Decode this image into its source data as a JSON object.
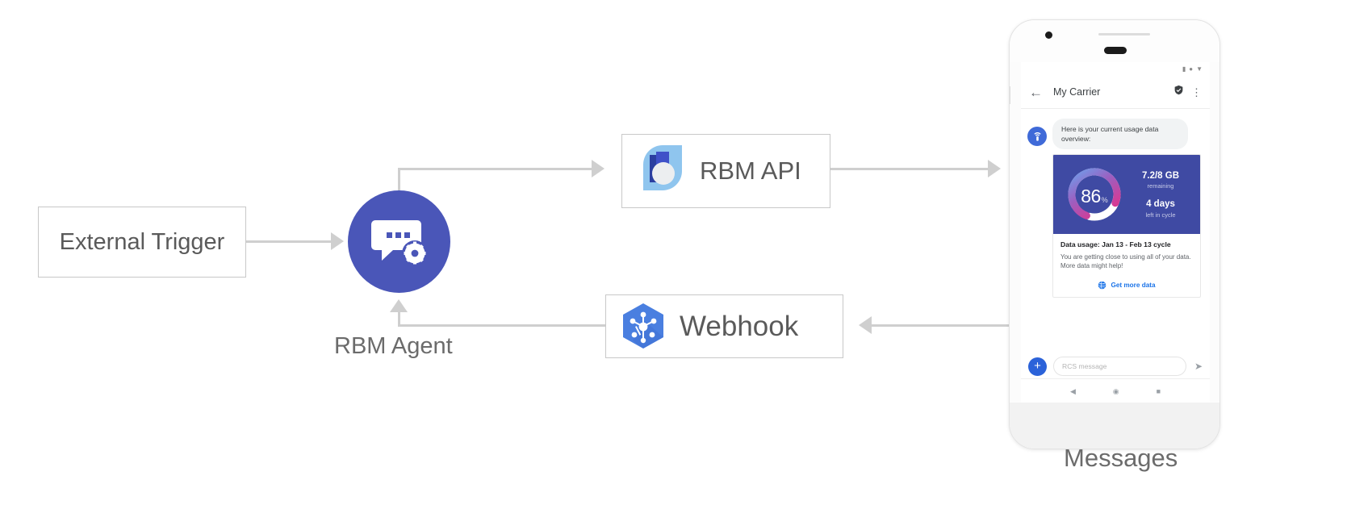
{
  "diagram": {
    "nodes": {
      "external_trigger": {
        "label": "External Trigger",
        "name": "external-trigger"
      },
      "rbm_agent": {
        "caption": "RBM Agent",
        "icon": "chat-gear-icon"
      },
      "rbm_api": {
        "label": "RBM API",
        "icon": "rbm-api-droplet-icon"
      },
      "webhook": {
        "label": "Webhook",
        "icon": "webhook-hexagon-icon"
      },
      "messages": {
        "caption": "Messages"
      }
    },
    "colors": {
      "agent_circle": "#4a56b8",
      "connector": "#cfcfcf",
      "box_border": "#c8c8c8",
      "webhook_hex": "#4a7fe0",
      "api_light": "#8fc5ee",
      "api_dark": "#2b3fa0"
    }
  },
  "phone": {
    "status_bar": {
      "icons": [
        "signal-icon",
        "wifi-dot-icon",
        "battery-icon"
      ]
    },
    "app_bar": {
      "back_icon": "back-arrow-icon",
      "title": "My Carrier",
      "verified_icon": "verified-shield-icon",
      "overflow_icon": "overflow-menu-icon"
    },
    "conversation": {
      "avatar_icon": "carrier-bot-avatar-icon",
      "bubble_text": "Here is your current usage data overview:",
      "card": {
        "gauge": {
          "percent": "86",
          "percent_sign": "%",
          "value": 86,
          "arc_start_color": "#6d9eeb",
          "arc_mid_color": "#9c5fc0",
          "arc_end_color": "#e0338c",
          "track_color": "#ffffff"
        },
        "stats": [
          {
            "main": "7.2/8 GB",
            "sub": "remaining"
          },
          {
            "main": "4 days",
            "sub": "left in cycle"
          }
        ],
        "title": "Data usage: Jan 13 - Feb 13 cycle",
        "description": "You are getting close to using all of your data. More data might help!",
        "action": {
          "icon": "globe-icon",
          "label": "Get more data"
        },
        "background": "#3f4aa3"
      }
    },
    "composer": {
      "plus_icon": "plus-icon",
      "placeholder": "RCS message",
      "send_icon": "send-icon"
    },
    "nav_bar": {
      "back_icon": "nav-back-triangle-icon",
      "home_icon": "nav-home-circle-icon",
      "recents_icon": "nav-recents-square-icon"
    }
  }
}
